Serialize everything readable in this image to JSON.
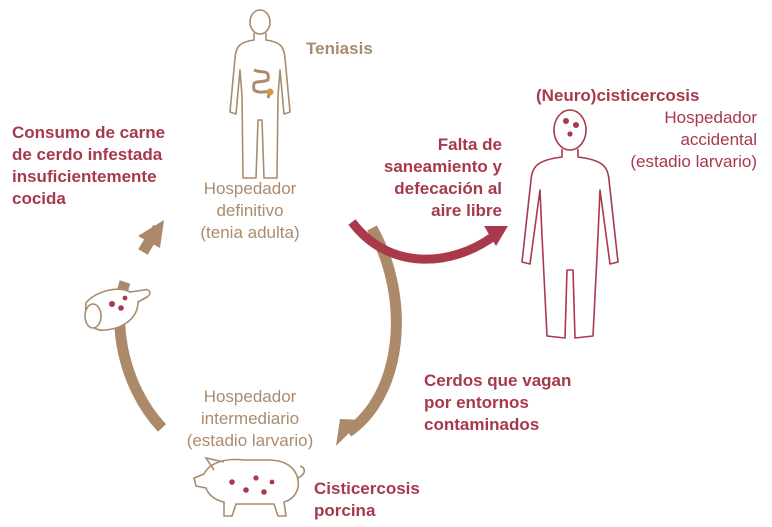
{
  "definitive_host": {
    "stage": "Teniasis",
    "lines": [
      "Hospedador",
      "definitivo",
      "(tenia adulta)"
    ]
  },
  "intermediate_host": {
    "stage_lines": [
      "Cisticercosis",
      "porcina"
    ],
    "lines": [
      "Hospedador",
      "intermediario",
      "(estadio larvario)"
    ]
  },
  "accidental_host": {
    "stage": "(Neuro)cisticercosis",
    "lines": [
      "Hospedador",
      "accidental",
      "(estadio larvario)"
    ]
  },
  "transmissions": {
    "meat": [
      "Consumo de carne",
      "de cerdo infestada",
      "insuficientemente",
      "cocida"
    ],
    "sanitation": [
      "Falta de",
      "saneamiento y",
      "defecación al",
      "aire libre"
    ],
    "pigs": [
      "Cerdos que vagan",
      "por entornos",
      "contaminados"
    ]
  },
  "colors": {
    "tan": "#a98c70",
    "crimson": "#a63a4c",
    "arrow_tan": "#ac8a69",
    "arrow_crimson": "#a83a4c"
  }
}
